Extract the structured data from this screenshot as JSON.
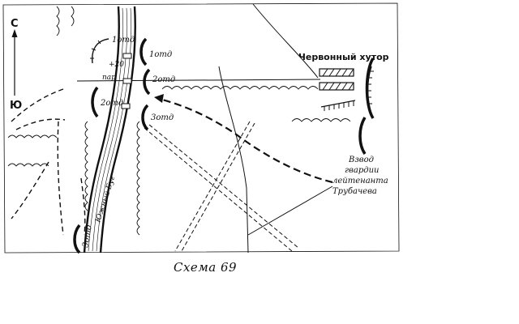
{
  "compass": {
    "north": "С",
    "south": "Ю"
  },
  "caption": "Схема 69",
  "labels": {
    "khutor": "Червонный хутор",
    "platoon_1": "Взвод",
    "platoon_2": "гвардии",
    "platoon_3": "лейтенанта",
    "platoon_4": "Трубачева",
    "river": "Южный Буг",
    "par": "пар",
    "plus": "+20",
    "otd_1_north": "1отд",
    "otd_1_east": "1отд",
    "otd_2_east": "2отд",
    "otd_2_west": "2отд",
    "otd_3_east": "3отд",
    "otd_3_south": "3отд"
  },
  "colors": {
    "ink": "#111111",
    "paper": "#ffffff"
  }
}
